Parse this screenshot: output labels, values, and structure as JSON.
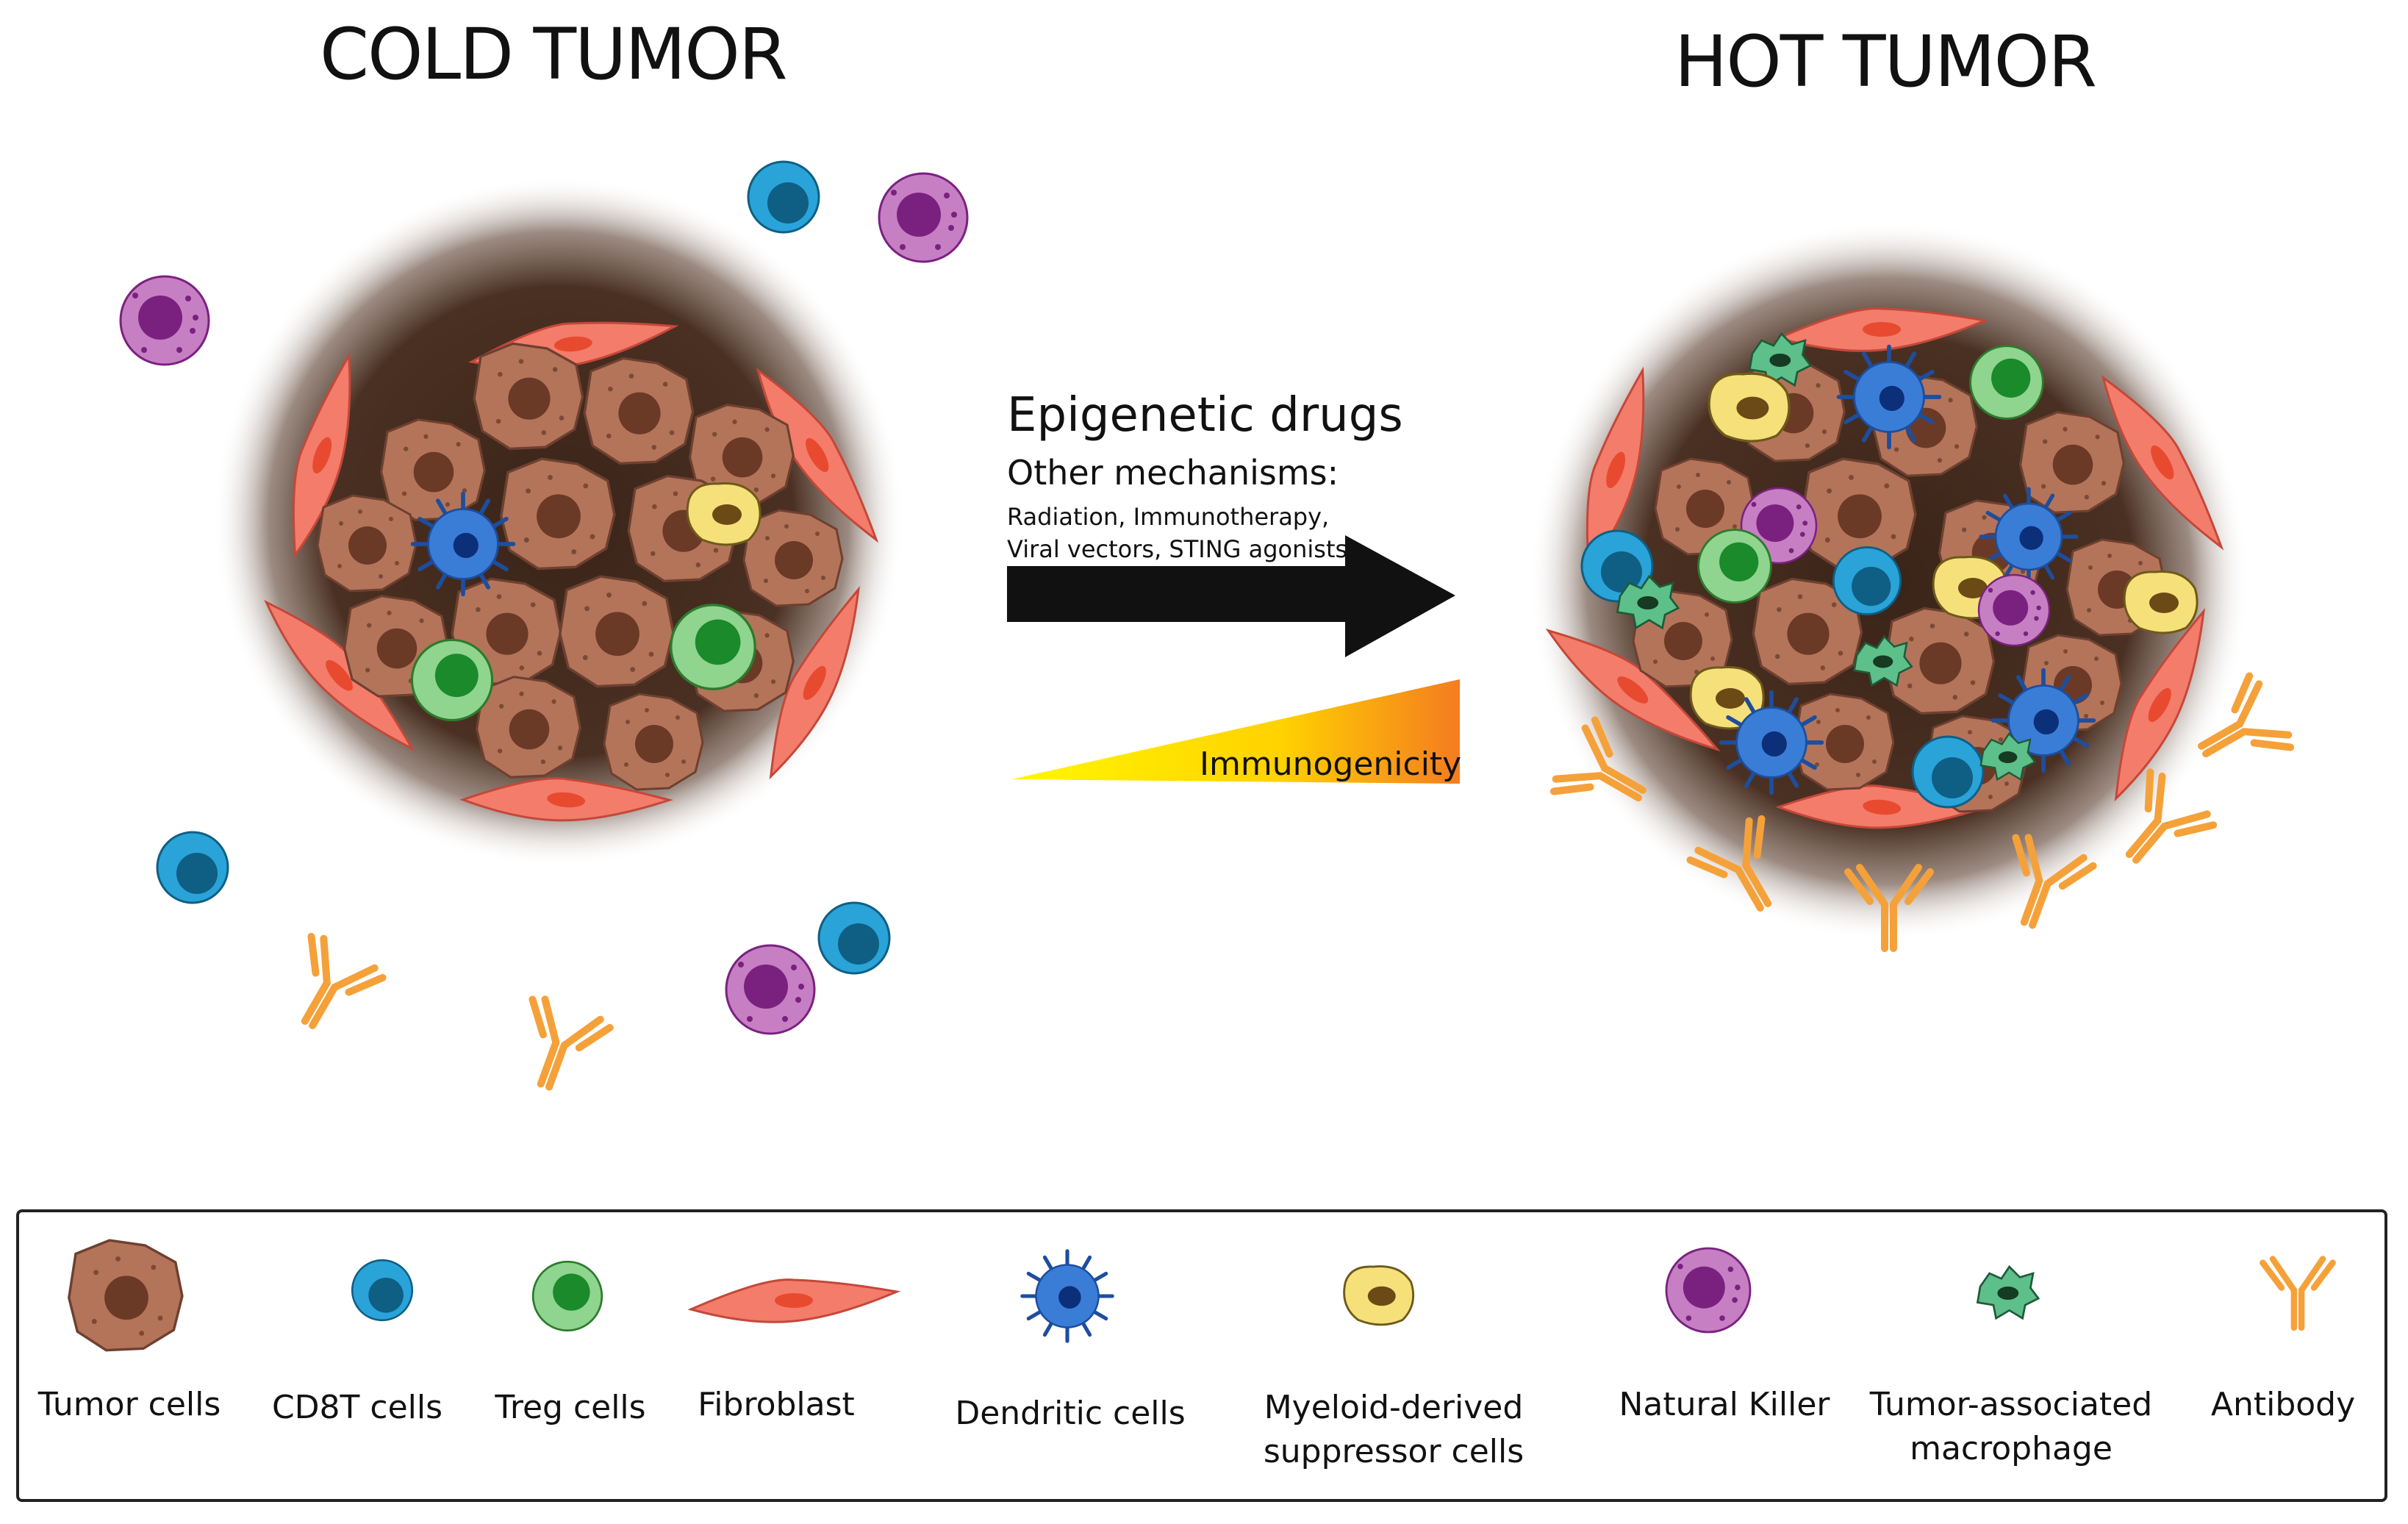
{
  "titles": {
    "cold": "COLD TUMOR",
    "hot": "HOT TUMOR"
  },
  "treatment": {
    "main": "Epigenetic drugs",
    "sub": "Other mechanisms:",
    "line1": "Radiation, Immunotherapy,",
    "line2": "Viral vectors, STING agonists",
    "gradient_label": "Immunogenicity"
  },
  "colors": {
    "tumor": "#b4745a",
    "tumor_nucleus": "#6b3a26",
    "cd8t": "#2aa3d9",
    "cd8t_nucleus": "#0f5f84",
    "treg": "#8fd48f",
    "treg_nucleus": "#1a8a2a",
    "fibroblast": "#f47c6a",
    "dendritic": "#3a7dd6",
    "mdsc": "#f6e07a",
    "nk": "#c77fc3",
    "nk_nucleus": "#7a2180",
    "tam": "#5dbf8a",
    "antibody": "#f5a13a",
    "arrow": "#111111",
    "gradient_start": "#fff700",
    "gradient_end": "#f47c20"
  },
  "legend": {
    "items": [
      {
        "label": "Tumor cells",
        "icon": "tumor-cell-icon"
      },
      {
        "label": "CD8T cells",
        "icon": "cd8t-cell-icon"
      },
      {
        "label": "Treg cells",
        "icon": "treg-cell-icon"
      },
      {
        "label": "Fibroblast",
        "icon": "fibroblast-icon"
      },
      {
        "label": "Dendritic cells",
        "icon": "dendritic-cell-icon"
      },
      {
        "label": "Myeloid-derived",
        "label2": "suppressor cells",
        "icon": "mdsc-icon"
      },
      {
        "label": "Natural Killer",
        "icon": "nk-cell-icon"
      },
      {
        "label": "Tumor-associated",
        "label2": "macrophage",
        "icon": "macrophage-icon"
      },
      {
        "label": "Antibody",
        "icon": "antibody-icon"
      }
    ]
  }
}
